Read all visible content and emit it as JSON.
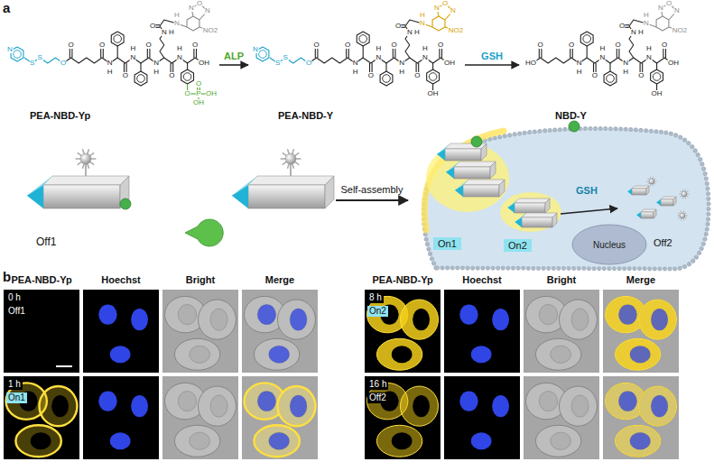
{
  "diagram": {
    "nodes": [
      {
        "text": [
          "PEA-NBD-Yp"
        ]
      },
      {
        "text": [
          "PEA-NBD-Y"
        ]
      },
      {
        "text": [
          "NBD-Y"
        ]
      },
      {
        "text": [
          "GSH",
          "Off2"
        ]
      },
      {
        "text": [
          "On1"
        ],
        "in": 3
      },
      {
        "text": [
          "On2"
        ],
        "in": 3
      },
      {
        "text": [
          "Nucleus"
        ],
        "in": 3
      }
    ],
    "edges": [
      {
        "from": 0,
        "to": 1,
        "label": "ALP",
        "arrow": "to"
      },
      {
        "from": 1,
        "to": 2,
        "label": "GSH",
        "arrow": "to"
      }
    ],
    "labels": [
      "a",
      "N",
      "S",
      "S",
      "O",
      "O",
      "O",
      "N",
      "H",
      "O",
      "N",
      "H",
      "O",
      "N",
      "H",
      "O",
      "N",
      "H",
      "N",
      "H",
      "O",
      "N",
      "H",
      "N",
      "O",
      "N",
      "NO2",
      "O",
      "OH",
      "O",
      "P",
      "O",
      "OH",
      "OH",
      "N",
      "S",
      "S",
      "O",
      "O",
      "O",
      "N",
      "H",
      "O",
      "N",
      "H",
      "O",
      "N",
      "H",
      "O",
      "N",
      "H",
      "N",
      "H",
      "O",
      "N",
      "H",
      "N",
      "O",
      "N",
      "NO2",
      "O",
      "OH",
      "OH",
      "HO",
      "O",
      "O",
      "N",
      "H",
      "O",
      "N",
      "H",
      "O",
      "N",
      "H",
      "O",
      "N",
      "H",
      "N",
      "H",
      "O",
      "N",
      "H",
      "N",
      "O",
      "N",
      "NO2",
      "O",
      "OH",
      "OH",
      "Off1",
      "Self-assembly",
      "b",
      "PEA-NBD-Yp",
      "Hoechst",
      "Bright",
      "Merge",
      "0 h",
      "Off1",
      "1 h",
      "On1",
      "PEA-NBD-Yp",
      "Hoechst",
      "Bright",
      "Merge",
      "8 h",
      "On2",
      "16 h",
      "Off2"
    ]
  }
}
